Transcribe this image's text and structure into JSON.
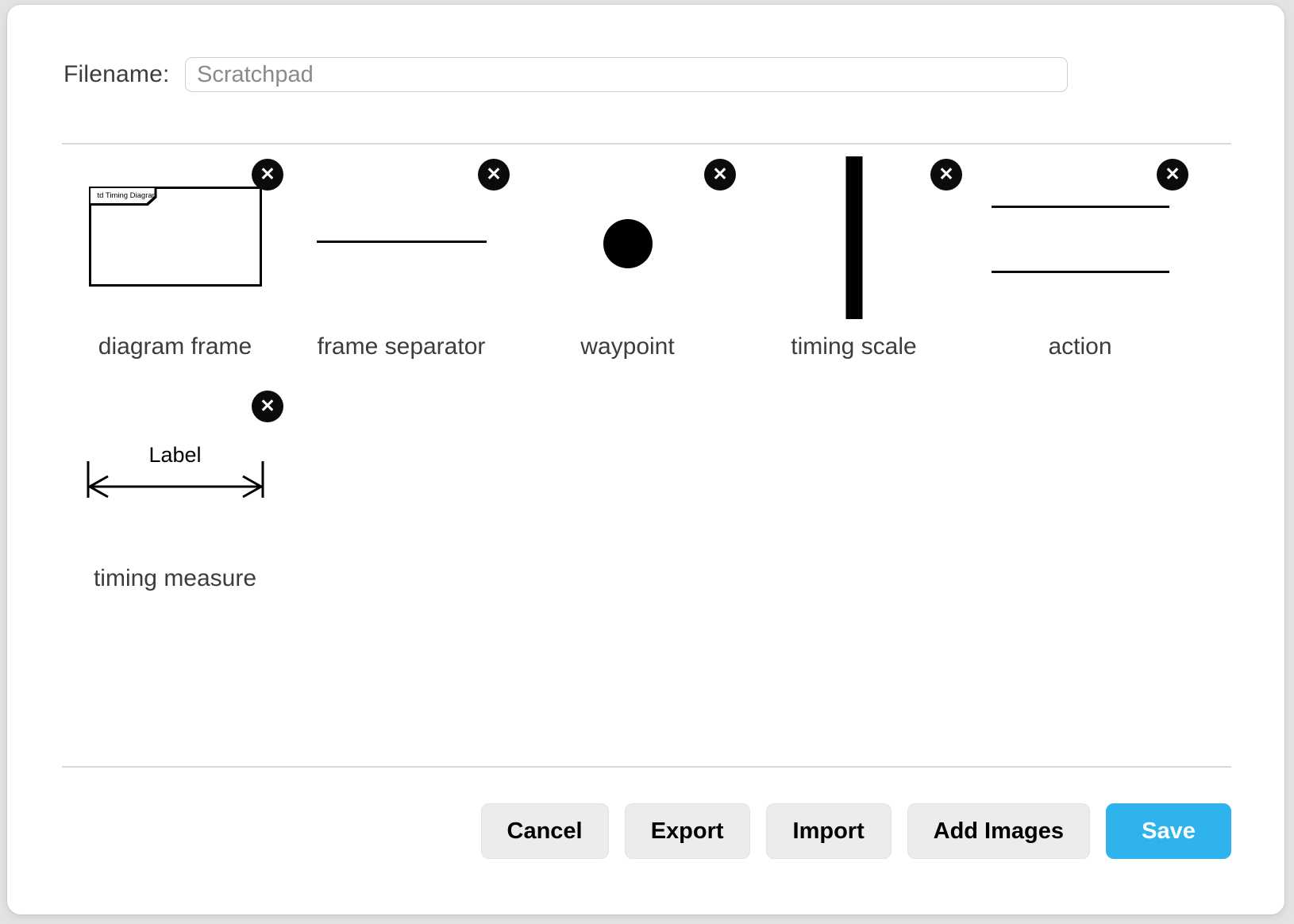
{
  "dialog": {
    "filename": {
      "label": "Filename:",
      "value": "Scratchpad"
    },
    "shapes": [
      {
        "name": "diagram frame",
        "frame_tab_text": "td Timing Diagram"
      },
      {
        "name": "frame separator"
      },
      {
        "name": "waypoint"
      },
      {
        "name": "timing scale"
      },
      {
        "name": "action"
      },
      {
        "name": "timing measure",
        "measure_text": "Label"
      }
    ],
    "icons": {
      "remove": "✕"
    },
    "footer": {
      "cancel": "Cancel",
      "export": "Export",
      "import": "Import",
      "add_images": "Add Images",
      "save": "Save"
    },
    "colors": {
      "save_accent": "#2eb3ed",
      "shape_ink": "#000000"
    }
  }
}
